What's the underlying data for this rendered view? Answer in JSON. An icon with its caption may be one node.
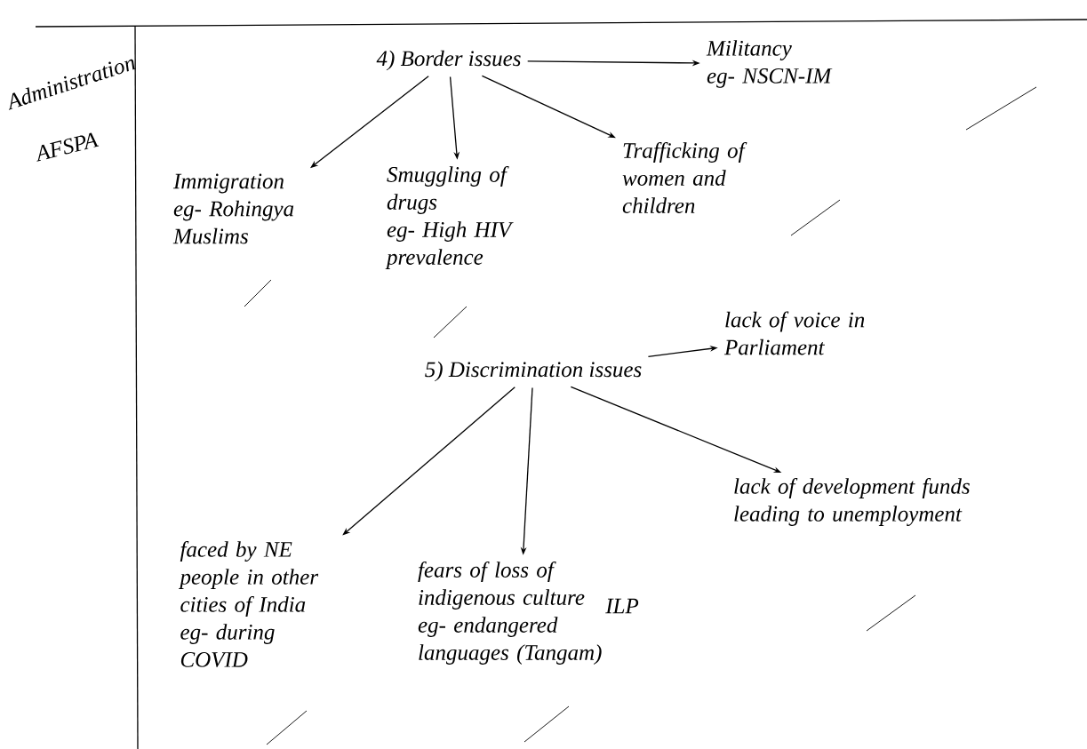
{
  "diagram": {
    "nodes": [
      {
        "text": [
          "4) Border issues"
        ]
      },
      {
        "text": [
          "Militancy",
          "eg- NSCN-IM"
        ]
      },
      {
        "text": [
          "Immigration",
          "eg- Rohingya Muslims"
        ]
      },
      {
        "text": [
          "Smuggling of drugs",
          "eg- High HIV prevalence"
        ]
      },
      {
        "text": [
          "Trafficking of women and children"
        ]
      },
      {
        "text": [
          "5) Discrimination issues"
        ]
      },
      {
        "text": [
          "lack of voice in Parliament"
        ]
      },
      {
        "text": [
          "faced by NE people in other cities of India",
          "eg- during COVID"
        ]
      },
      {
        "text": [
          "fears of loss of indigenous culture",
          "eg- endangered languages (Tangam)"
        ]
      },
      {
        "text": [
          "lack of development funds leading to unemployment"
        ]
      }
    ],
    "edges": [
      {
        "from": 0,
        "to": 1,
        "arrow": "to"
      },
      {
        "from": 0,
        "to": 2,
        "arrow": "to"
      },
      {
        "from": 0,
        "to": 3,
        "arrow": "to"
      },
      {
        "from": 0,
        "to": 4,
        "arrow": "to"
      },
      {
        "from": 5,
        "to": 6,
        "arrow": "to"
      },
      {
        "from": 5,
        "to": 7,
        "arrow": "to"
      },
      {
        "from": 5,
        "to": 8,
        "arrow": "to"
      },
      {
        "from": 5,
        "to": 9,
        "arrow": "to"
      }
    ],
    "labels": [
      "Administration",
      "AFSPA",
      "ILP"
    ]
  }
}
